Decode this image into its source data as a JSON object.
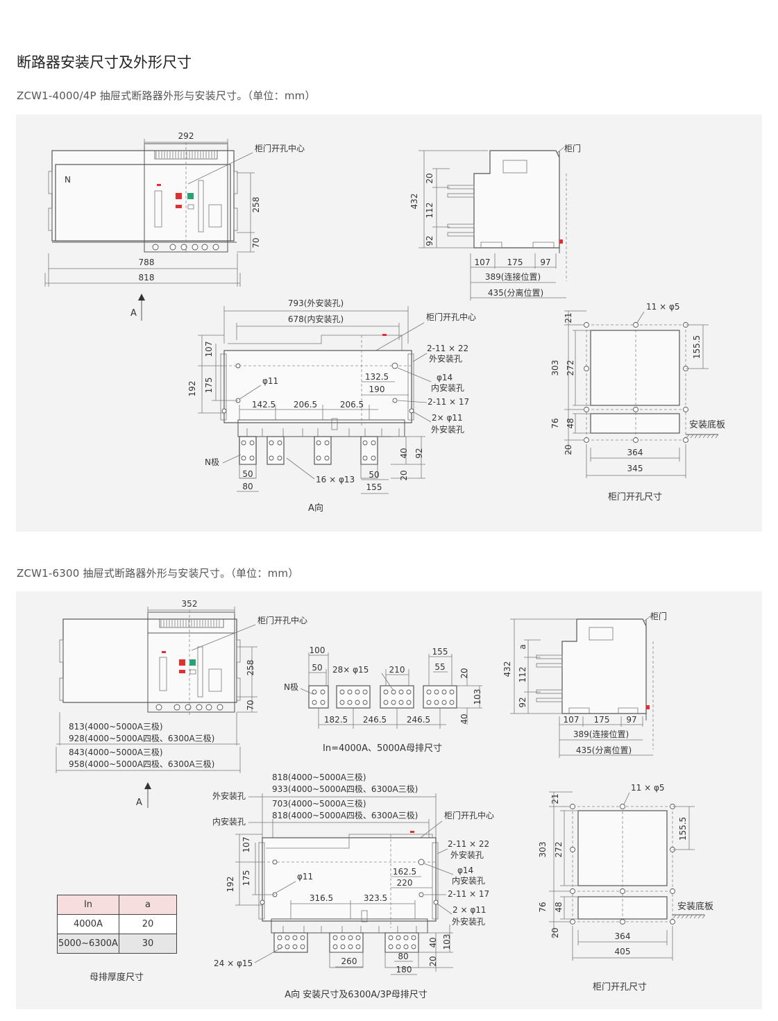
{
  "page_title": "断路器安装尺寸及外形尺寸",
  "section1": {
    "subtitle": "ZCW1-4000/4P 抽屉式断路器外形与安装尺寸。（单位：mm）",
    "front": {
      "dim_top": "292",
      "door_center": "柜门开孔中心",
      "n_mark": "N",
      "dim_258": "258",
      "dim_70": "70",
      "dim_788": "788",
      "dim_818": "818",
      "arrow_a": "A"
    },
    "side": {
      "door": "柜门",
      "dim_432": "432",
      "dim_20": "20",
      "dim_112": "112",
      "dim_92": "92",
      "dim_107": "107",
      "dim_175": "175",
      "dim_97": "97",
      "connect_pos": "389(连接位置)",
      "separate_pos": "435(分离位置)"
    },
    "mount": {
      "outer_holes": "793(外安装孔)",
      "inner_holes": "678(内安装孔)",
      "door_center": "柜门开孔中心",
      "slot_2_11x22": "2-11 × 22",
      "outer_hole": "外安装孔",
      "dim_107": "107",
      "dim_192": "192",
      "dim_175": "175",
      "phi11": "φ11",
      "dim_132_5": "132.5",
      "dim_190": "190",
      "phi14": "φ14",
      "inner_hole": "内安装孔",
      "slot_2_11x17": "2-11 × 17",
      "dim_142_5": "142.5",
      "dim_206_5a": "206.5",
      "dim_206_5b": "206.5",
      "holes_2phi11": "2× φ11",
      "outer_hole2": "外安装孔",
      "n_pole": "N极",
      "dim_40": "40",
      "dim_92": "92",
      "dim_50": "50",
      "dim_80": "80",
      "holes_16phi13": "16 × φ13",
      "dim_50b": "50",
      "dim_20": "20",
      "dim_155": "155",
      "caption": "A向"
    },
    "cutout": {
      "holes": "11 × φ5",
      "dim_21": "21",
      "dim_155_5": "155.5",
      "dim_303": "303",
      "dim_272": "272",
      "dim_76": "76",
      "dim_48": "48",
      "dim_20": "20",
      "base_plate": "安装底板",
      "dim_364": "364",
      "dim_345": "345",
      "caption": "柜门开孔尺寸"
    }
  },
  "section2": {
    "subtitle": "ZCW1-6300 抽屉式断路器外形与安装尺寸。（单位：mm）",
    "front": {
      "dim_top": "352",
      "door_center": "柜门开孔中心",
      "dim_258": "258",
      "dim_70": "70",
      "w1": "813(4000~5000A三极)",
      "w2": "928(4000~5000A四极、6300A三极)",
      "w3": "843(4000~5000A三极)",
      "w4": "958(4000~5000A四极、6300A三极)",
      "arrow_a": "A"
    },
    "busbar": {
      "dim_100": "100",
      "dim_50": "50",
      "holes": "28× φ15",
      "dim_210": "210",
      "dim_155": "155",
      "dim_55": "55",
      "dim_20": "20",
      "n_pole": "N极",
      "dim_103": "103",
      "dim_182_5": "182.5",
      "dim_246_5a": "246.5",
      "dim_246_5b": "246.5",
      "dim_40": "40",
      "caption": "In=4000A、5000A母排尺寸"
    },
    "side": {
      "door": "柜门",
      "dim_432": "432",
      "dim_a": "a",
      "dim_112": "112",
      "dim_92": "92",
      "dim_107": "107",
      "dim_175": "175",
      "dim_97": "97",
      "connect_pos": "389(连接位置)",
      "separate_pos": "435(分离位置)"
    },
    "mount": {
      "o1": "818(4000~5000A三极)",
      "o2": "933(4000~5000A四极、6300A三极)",
      "outer_label": "外安装孔",
      "i1": "703(4000~5000A三极)",
      "i2": "818(4000~5000A四极、6300A三极)",
      "inner_label": "内安装孔",
      "door_center": "柜门开孔中心",
      "slot_2_11x22": "2-11 × 22",
      "outer_hole": "外安装孔",
      "dim_107": "107",
      "dim_192": "192",
      "dim_175": "175",
      "phi11": "φ11",
      "dim_162_5": "162.5",
      "phi14": "φ14",
      "inner_hole": "内安装孔",
      "dim_220": "220",
      "slot_2_11x17": "2-11 × 17",
      "dim_316_5": "316.5",
      "dim_323_5": "323.5",
      "holes_2phi11": "2 × φ11",
      "outer_hole2": "外安装孔",
      "holes_24phi15": "24 × φ15",
      "dim_40": "40",
      "dim_103": "103",
      "dim_260": "260",
      "dim_80": "80",
      "dim_20": "20",
      "dim_180": "180",
      "caption": "A向 安装尺寸及6300A/3P母排尺寸"
    },
    "cutout": {
      "holes": "11 × φ5",
      "dim_21": "21",
      "dim_155_5": "155.5",
      "dim_303": "303",
      "dim_272": "272",
      "dim_76": "76",
      "dim_48": "48",
      "dim_20": "20",
      "base_plate": "安装底板",
      "dim_364": "364",
      "dim_405": "405",
      "caption": "柜门开孔尺寸"
    },
    "table": {
      "headers": [
        "In",
        "a"
      ],
      "rows": [
        [
          "4000A",
          "20"
        ],
        [
          "5000~6300A",
          "30"
        ]
      ],
      "caption": "母排厚度尺寸"
    }
  },
  "colors": {
    "panel": "#f3f3f3",
    "red_button": "#e03030",
    "green_button": "#2aa372",
    "table_header": "#f6dede"
  }
}
